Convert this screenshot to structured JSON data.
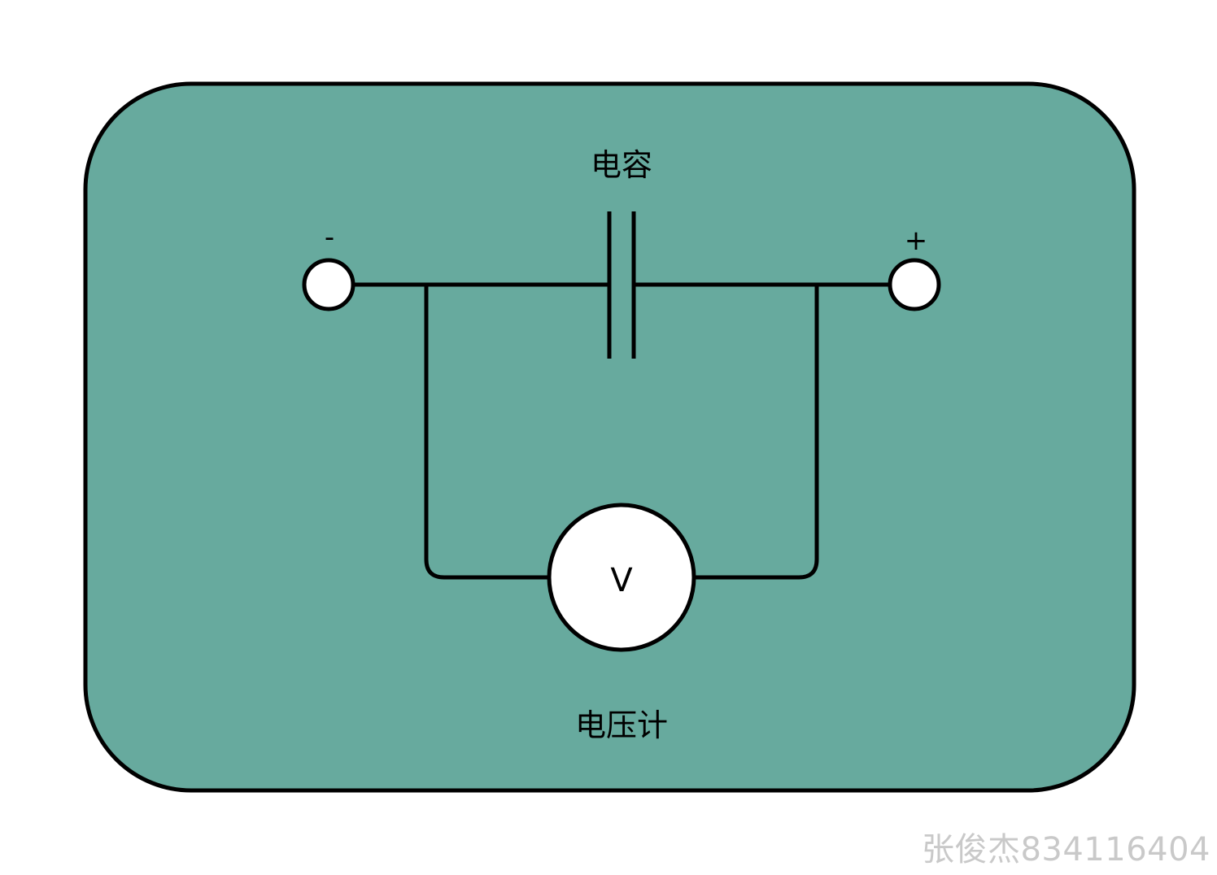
{
  "colors": {
    "board_fill": "#67aa9e",
    "stroke": "#000000",
    "terminal_fill": "#ffffff",
    "watermark": "#c9c9c9"
  },
  "labels": {
    "capacitor": "电容",
    "voltmeter_label": "电压计",
    "voltmeter_symbol": "V",
    "negative_terminal": "-",
    "positive_terminal": "+"
  },
  "watermark": "张俊杰834116404"
}
